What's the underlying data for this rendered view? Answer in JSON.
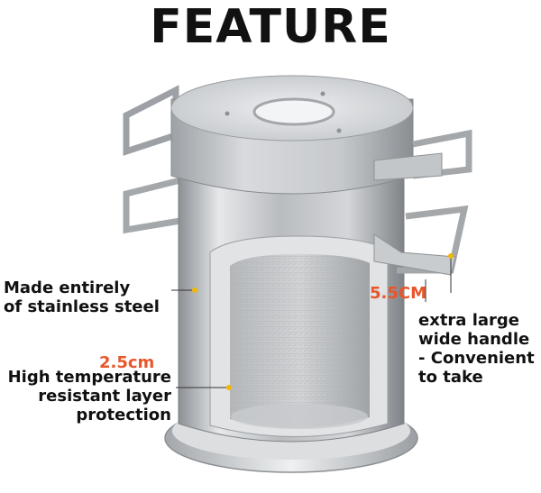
{
  "title": "FEATURE",
  "labels": {
    "steel_line1": "Made entirely",
    "steel_line2": "of stainless steel",
    "layer_line1": "High temperature",
    "layer_line2": "resistant layer",
    "layer_line3": "protection",
    "handle_line1": "extra large",
    "handle_line2": "wide handle",
    "handle_line3": "- Convenient",
    "handle_line4": "to take"
  },
  "measurements": {
    "wall_thickness": "2.5cm",
    "handle_width": "5.5CM"
  },
  "colors": {
    "accent": "#e8562a",
    "marker_dot": "#f2b705",
    "steel_light": "#d9dbdd",
    "steel_dark": "#8e9296"
  }
}
